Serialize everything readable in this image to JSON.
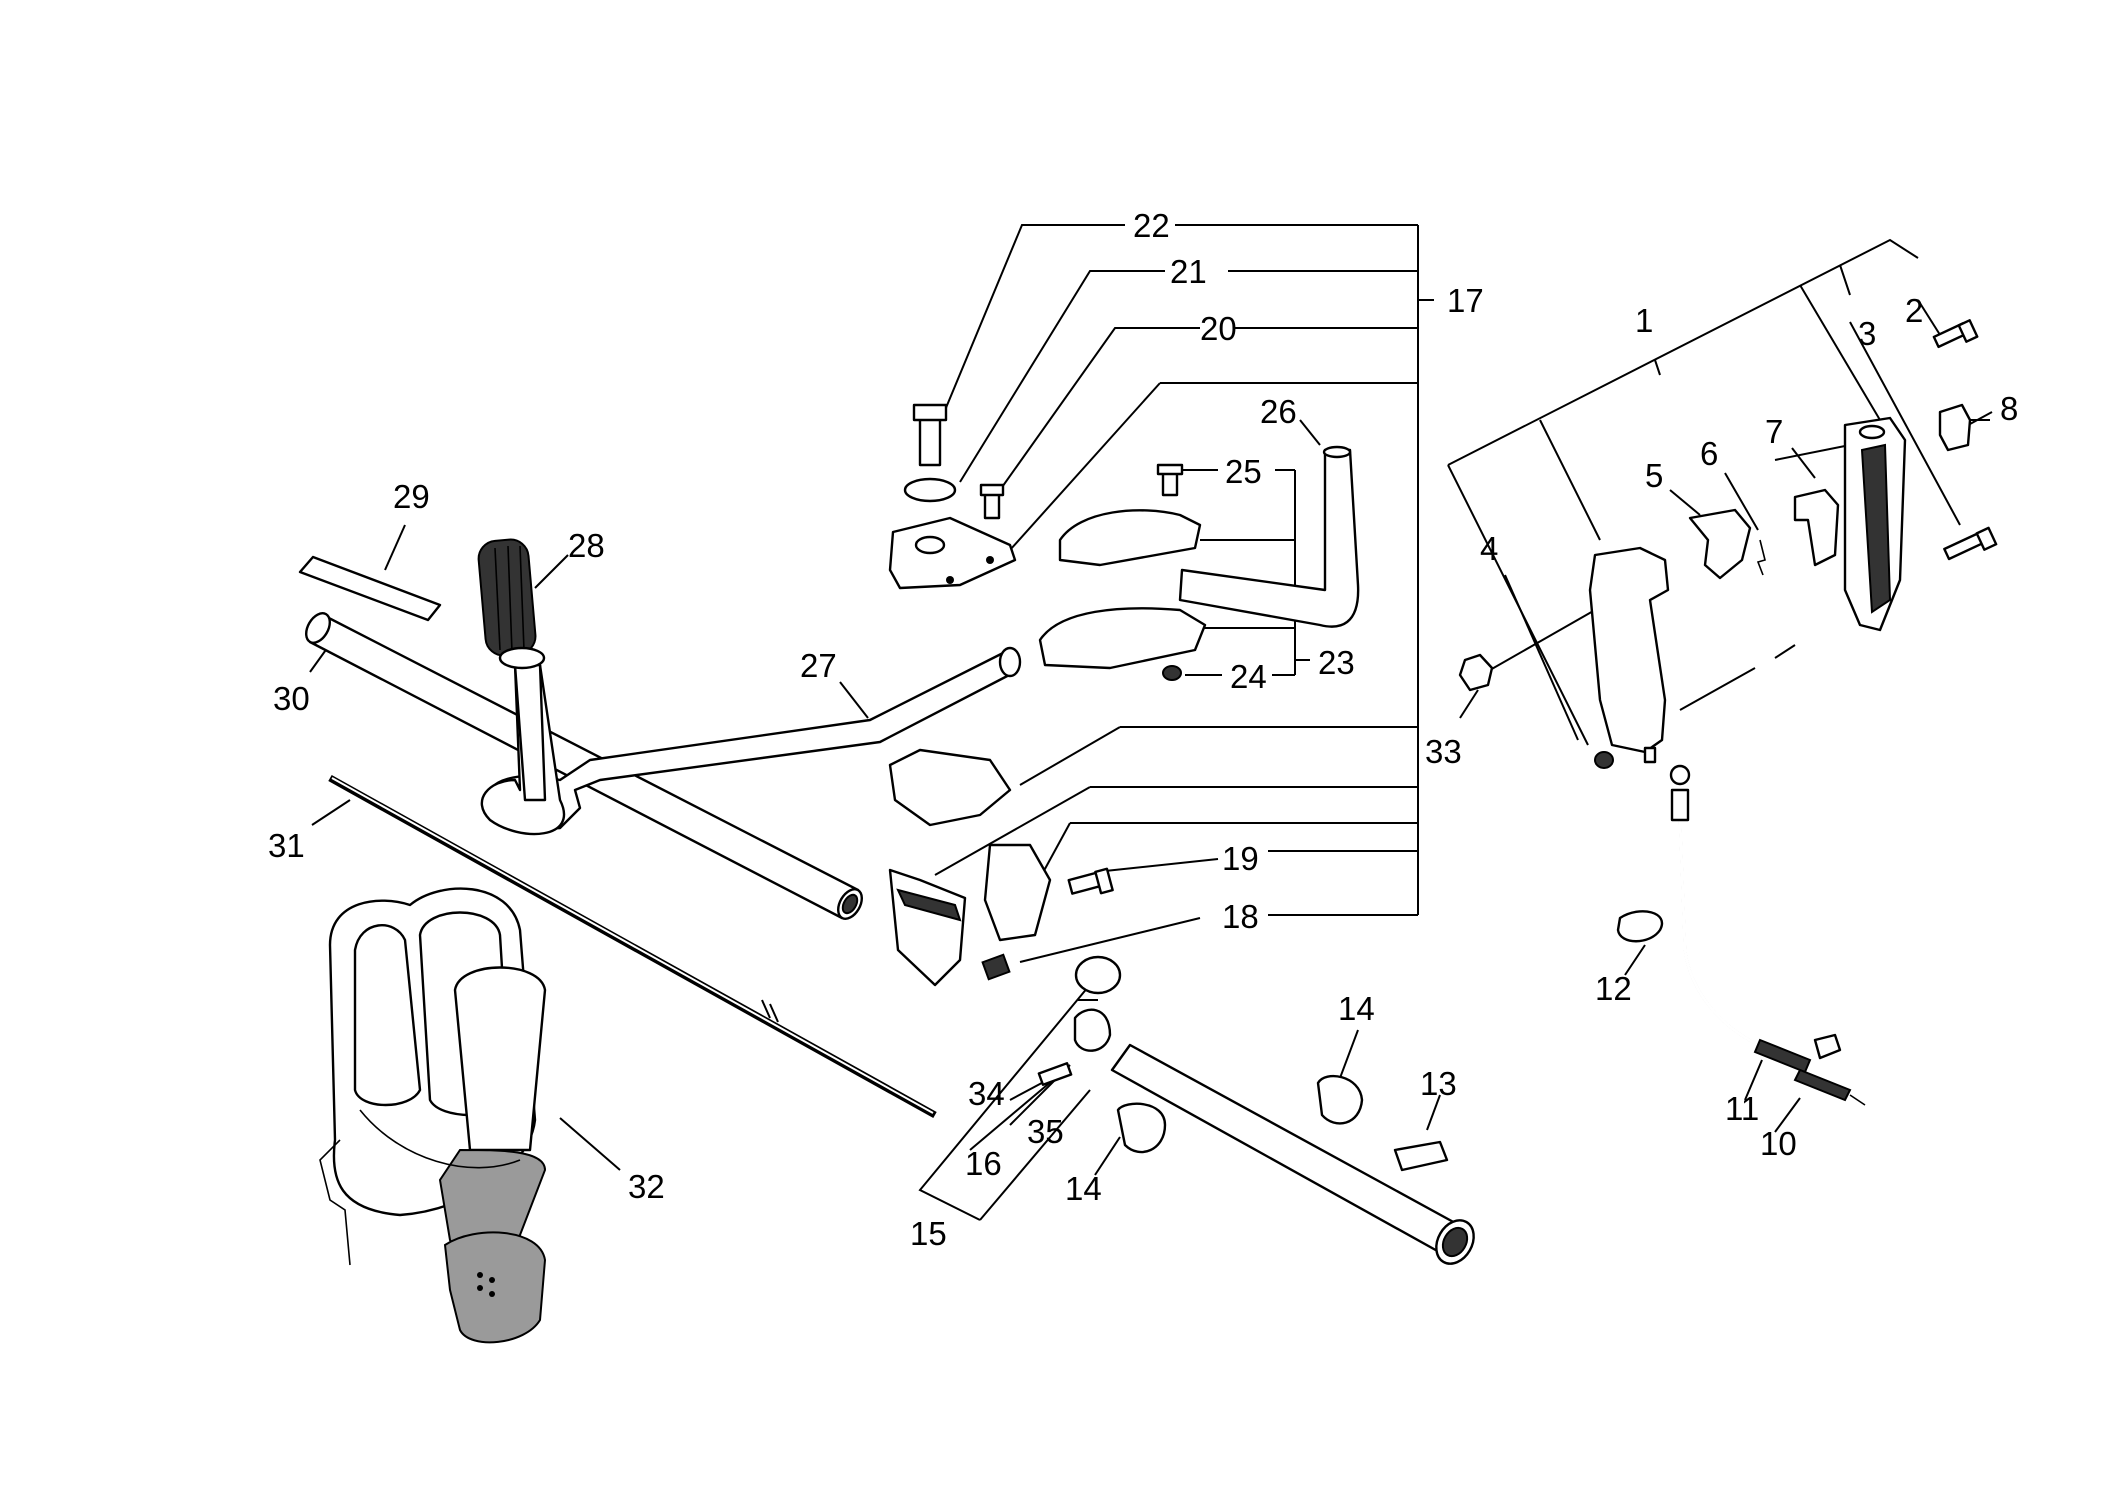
{
  "callouts": {
    "c1": "1",
    "c2": "2",
    "c3": "3",
    "c4": "4",
    "c5": "5",
    "c6": "6",
    "c7": "7",
    "c8": "8",
    "c10": "10",
    "c11": "11",
    "c12": "12",
    "c13": "13",
    "c14a": "14",
    "c14b": "14",
    "c15": "15",
    "c16": "16",
    "c17": "17",
    "c18": "18",
    "c19": "19",
    "c20": "20",
    "c21": "21",
    "c22": "22",
    "c23": "23",
    "c24": "24",
    "c25": "25",
    "c26": "26",
    "c27": "27",
    "c28": "28",
    "c29": "29",
    "c30": "30",
    "c31": "31",
    "c32": "32",
    "c33": "33",
    "c34": "34",
    "c35": "35"
  }
}
